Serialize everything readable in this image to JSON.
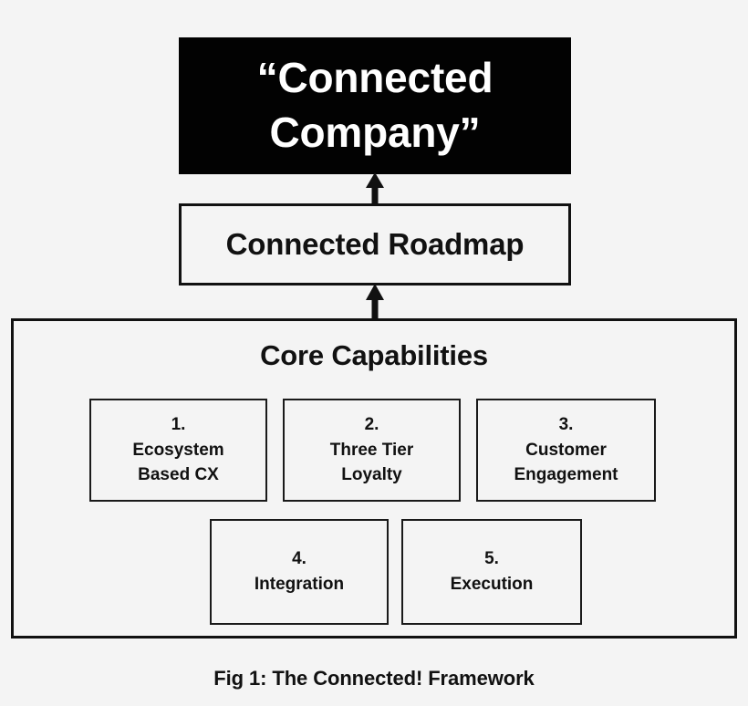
{
  "figure": {
    "caption": "Fig 1: The Connected! Framework",
    "colors": {
      "background": "#f4f4f4",
      "stroke": "#111111",
      "vision_fill": "#020202",
      "vision_text": "#ffffff"
    }
  },
  "vision": {
    "label": "“Connected\nCompany”"
  },
  "roadmap": {
    "label": "Connected Roadmap"
  },
  "capabilities": {
    "title": "Core Capabilities",
    "items": [
      {
        "number": "1.",
        "text": "Ecosystem\nBased CX"
      },
      {
        "number": "2.",
        "text": "Three Tier\nLoyalty"
      },
      {
        "number": "3.",
        "text": "Customer\nEngagement"
      },
      {
        "number": "4.",
        "text": "Integration"
      },
      {
        "number": "5.",
        "text": "Execution"
      }
    ]
  },
  "arrows": [
    {
      "name": "capabilities-to-roadmap",
      "direction": "up"
    },
    {
      "name": "roadmap-to-vision",
      "direction": "up"
    }
  ]
}
